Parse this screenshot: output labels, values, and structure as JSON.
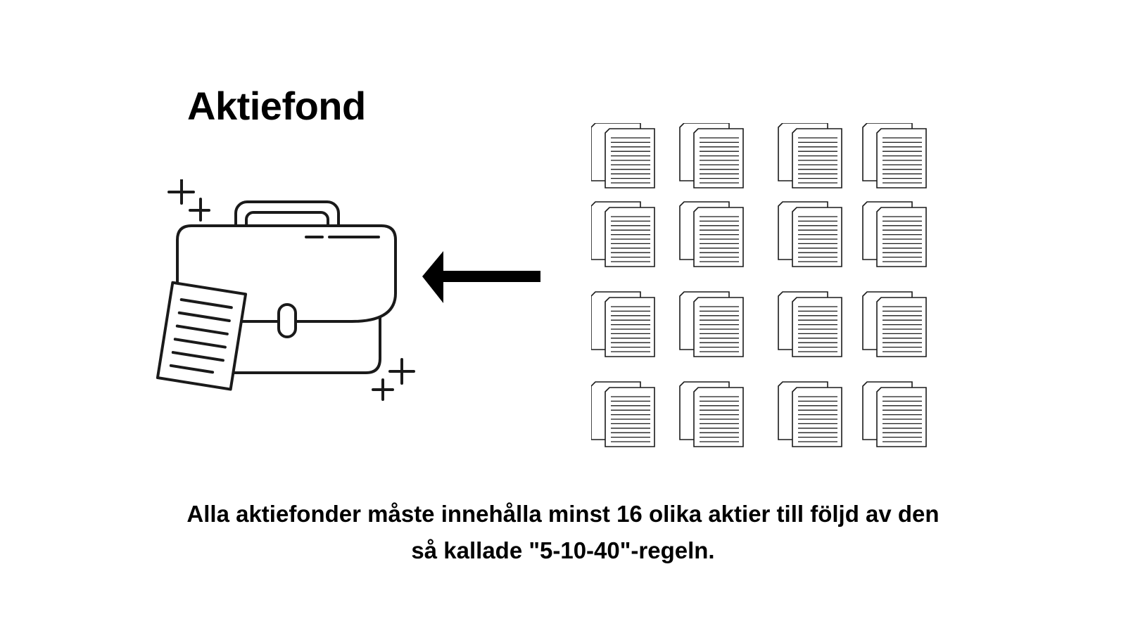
{
  "heading": "Aktiefond",
  "illustration": {
    "fund_icon": "briefcase-with-document-icon",
    "arrow_icon": "arrow-left-icon",
    "stock_icon": "stacked-document-icon",
    "stock_document_count": 16,
    "stock_grid": {
      "rows": 4,
      "columns": 4
    },
    "stroke_color": "#1a1a1a"
  },
  "caption": {
    "line1": "Alla aktiefonder måste innehålla minst 16 olika aktier till följd av den",
    "line2": "så kallade \"5-10-40\"-regeln."
  }
}
